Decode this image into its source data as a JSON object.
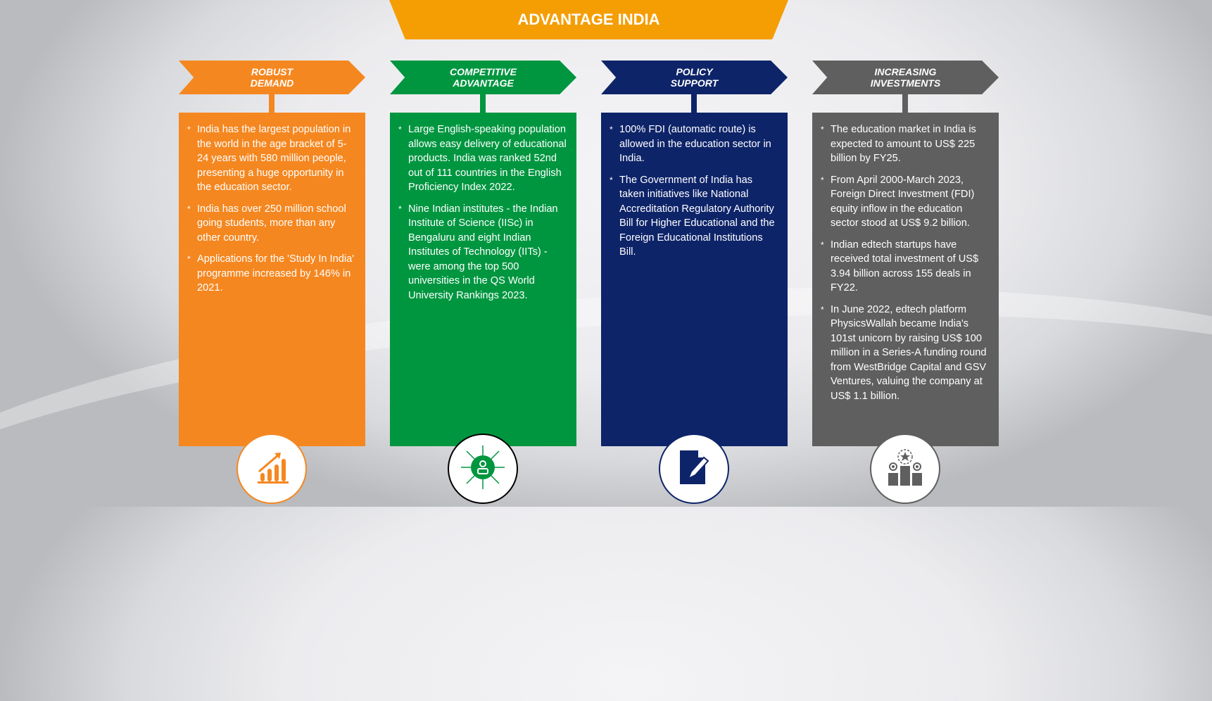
{
  "title": "ADVANTAGE INDIA",
  "columns": [
    {
      "title1": "ROBUST",
      "title2": "DEMAND",
      "color": "#f58720",
      "icon": "growth-chart-icon",
      "bullets": [
        "India has the largest population in the world in the age bracket of 5-24 years with 580 million people, presenting a huge opportunity in the education sector.",
        "India has over 250 million school going students, more than any other country.",
        "Applications for the 'Study In India' programme increased by 146% in 2021."
      ]
    },
    {
      "title1": "COMPETITIVE",
      "title2": "ADVANTAGE",
      "color": "#009640",
      "icon": "person-network-icon",
      "bullets": [
        "Large English-speaking population allows easy delivery of educational products. India was ranked 52nd out of 111 countries in the English Proficiency Index 2022.",
        "Nine Indian institutes - the Indian Institute of Science (IISc) in Bengaluru and eight Indian Institutes of Technology (IITs) - were among the top 500 universities in the QS World University Rankings 2023."
      ]
    },
    {
      "title1": "POLICY",
      "title2": "SUPPORT",
      "color": "#0e2469",
      "icon": "document-pen-icon",
      "bullets": [
        "100% FDI (automatic route) is allowed in the education sector in India.",
        "The Government of India has taken initiatives like National Accreditation Regulatory Authority Bill for Higher Educational and the Foreign Educational Institutions Bill."
      ]
    },
    {
      "title1": "INCREASING",
      "title2": "INVESTMENTS",
      "color": "#5f5f5f",
      "icon": "podium-icon",
      "bullets": [
        "The education market in India is expected to amount to US$ 225 billion by FY25.",
        "From April 2000-March 2023, Foreign Direct Investment (FDI) equity inflow in the education sector stood at US$ 9.2 billion.",
        "Indian edtech startups have received total investment of US$ 3.94 billion across 155 deals in FY22.",
        "In June 2022, edtech platform PhysicsWallah became India's 101st unicorn by raising US$ 100 million in a Series-A funding round from WestBridge Capital and GSV Ventures, valuing the company at US$ 1.1 billion."
      ]
    }
  ]
}
